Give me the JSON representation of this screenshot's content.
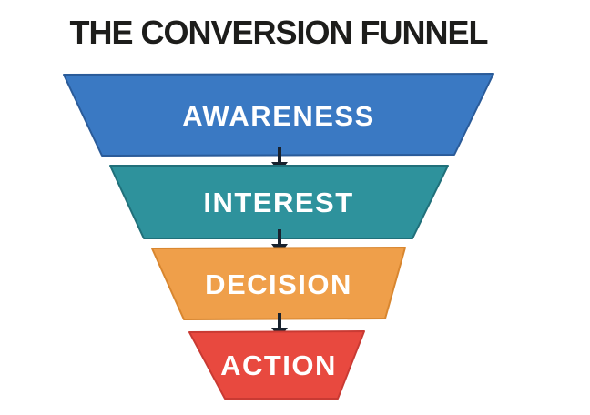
{
  "title": {
    "text": "THE CONVERSION FUNNEL",
    "color": "#1D1D1B"
  },
  "background_color": "#FFFFFF",
  "label_color": "#FFFFFF",
  "arrow_color": "#18222E",
  "stages": [
    {
      "label": "AWARENESS",
      "color": "#3A79C3",
      "stroke": "#2A5B99"
    },
    {
      "label": "INTEREST",
      "color": "#2E929C",
      "stroke": "#20707A"
    },
    {
      "label": "DECISION",
      "color": "#EF9F4A",
      "stroke": "#D8862F"
    },
    {
      "label": "ACTION",
      "color": "#E8493F",
      "stroke": "#C93A33"
    }
  ]
}
